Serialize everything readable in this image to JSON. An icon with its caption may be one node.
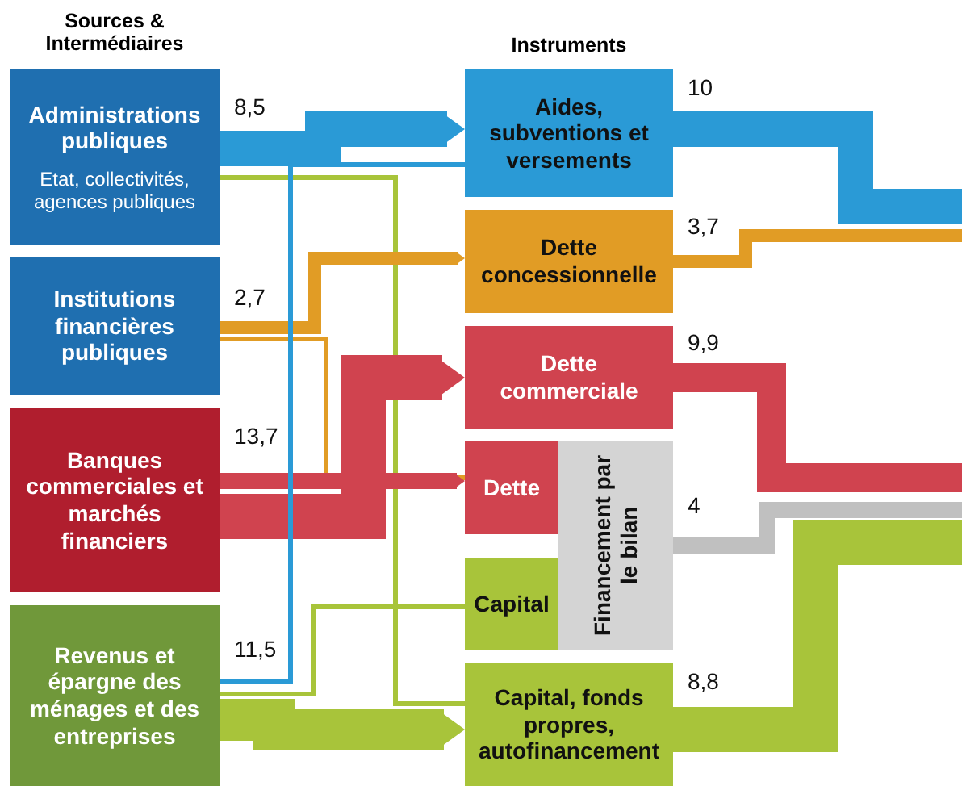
{
  "diagram": {
    "nodes": [
      {
        "text": [
          "Administrations publiques",
          "Etat, collectivités, agences publiques"
        ],
        "beside": [
          "8,5"
        ]
      },
      {
        "text": [
          "Institutions financières publiques"
        ],
        "beside": [
          "2,7"
        ]
      },
      {
        "text": [
          "Banques commerciales et marchés financiers"
        ],
        "beside": [
          "13,7"
        ]
      },
      {
        "text": [
          "Revenus et épargne des ménages et des entreprises"
        ],
        "beside": [
          "11,5"
        ]
      },
      {
        "text": [
          "Aides, subventions et versements"
        ],
        "beside": [
          "10"
        ]
      },
      {
        "text": [
          "Dette concessionnelle"
        ],
        "beside": [
          "3,7"
        ]
      },
      {
        "text": [
          "Dette commerciale"
        ],
        "beside": [
          "9,9"
        ]
      },
      {
        "text": [
          "Dette"
        ]
      },
      {
        "text": [
          "Capital"
        ]
      },
      {
        "text": [
          "Financement par le bilan"
        ],
        "beside": [
          "4"
        ]
      },
      {
        "text": [
          "Capital, fonds propres, autofinancement"
        ],
        "beside": [
          "8,8"
        ]
      }
    ],
    "edges": [
      {
        "from": 0,
        "to": 4,
        "arrow": "to",
        "style": "thick",
        "color": "#2a9ad6"
      },
      {
        "from": 0,
        "to": 10,
        "arrow": "none",
        "color": "#a8c43a"
      },
      {
        "from": 1,
        "to": 5,
        "arrow": "to",
        "color": "#e19c25"
      },
      {
        "from": 1,
        "to": 7,
        "arrow": "none",
        "color": "#e19c25"
      },
      {
        "from": 2,
        "to": 6,
        "arrow": "to",
        "style": "thick",
        "color": "#d0434f"
      },
      {
        "from": 2,
        "to": 7,
        "arrow": "to",
        "color": "#d0434f"
      },
      {
        "from": 3,
        "to": 4,
        "arrow": "none",
        "color": "#2a9ad6"
      },
      {
        "from": 3,
        "to": 8,
        "arrow": "none",
        "color": "#a8c43a"
      },
      {
        "from": 3,
        "to": 10,
        "arrow": "to",
        "style": "thick",
        "color": "#a8c43a"
      },
      {
        "from": 4,
        "to": null,
        "arrow": "none",
        "style": "thick",
        "color": "#2a9ad6"
      },
      {
        "from": 5,
        "to": null,
        "arrow": "none",
        "color": "#e19c25"
      },
      {
        "from": 6,
        "to": null,
        "arrow": "none",
        "style": "thick",
        "color": "#d0434f"
      },
      {
        "from": 9,
        "to": null,
        "arrow": "none",
        "color": "#c0c0c0"
      },
      {
        "from": 10,
        "to": null,
        "arrow": "none",
        "style": "thick",
        "color": "#a8c43a"
      }
    ],
    "labels": [
      "Sources & Intermédiaires",
      "Instruments"
    ]
  }
}
